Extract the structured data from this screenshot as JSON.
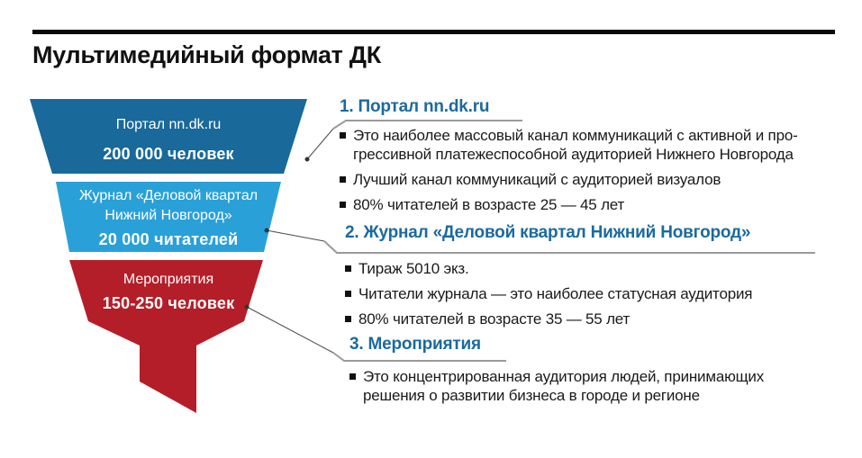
{
  "header": {
    "title": "Мультимедийный формат ДК"
  },
  "funnel": {
    "segments": [
      {
        "name": "portal",
        "label": "Портал nn.dk.ru",
        "value": "200 000 человек",
        "color": "#19699a"
      },
      {
        "name": "magazine",
        "label": "Журнал «Деловой квартал\nНижний Новгород»",
        "value": "20 000 читателей",
        "color": "#2aa0d8"
      },
      {
        "name": "events",
        "label": "Мероприятия",
        "value": "150-250 человек",
        "color": "#b41e28"
      }
    ]
  },
  "sections": [
    {
      "heading": "1. Портал nn.dk.ru",
      "bullets": [
        "Это наиболее массовый канал коммуникаций с активной и про-\nгрессивной платежеспособной аудиторией Нижнего Новгорода",
        "Лучший канал коммуникаций с аудиторией визуалов",
        "80% читателей в возрасте 25 — 45 лет"
      ]
    },
    {
      "heading": "2. Журнал «Деловой квартал Нижний Новгород»",
      "bullets": [
        "Тираж 5010 экз.",
        "Читатели журнала — это наиболее статусная аудитория",
        "80% читателей в возрасте 35 — 55 лет"
      ]
    },
    {
      "heading": "3. Мероприятия",
      "bullets": [
        "Это концентрированная аудитория людей, принимающих\nрешения о развитии бизнеса в городе и регионе"
      ]
    }
  ],
  "colors": {
    "heading_blue": "#1b6a9e",
    "leader_line": "#4a4a4a",
    "underline": "#9a9a9a",
    "rule_black": "#0a0a0a",
    "funnel_text": "#ffffff"
  }
}
